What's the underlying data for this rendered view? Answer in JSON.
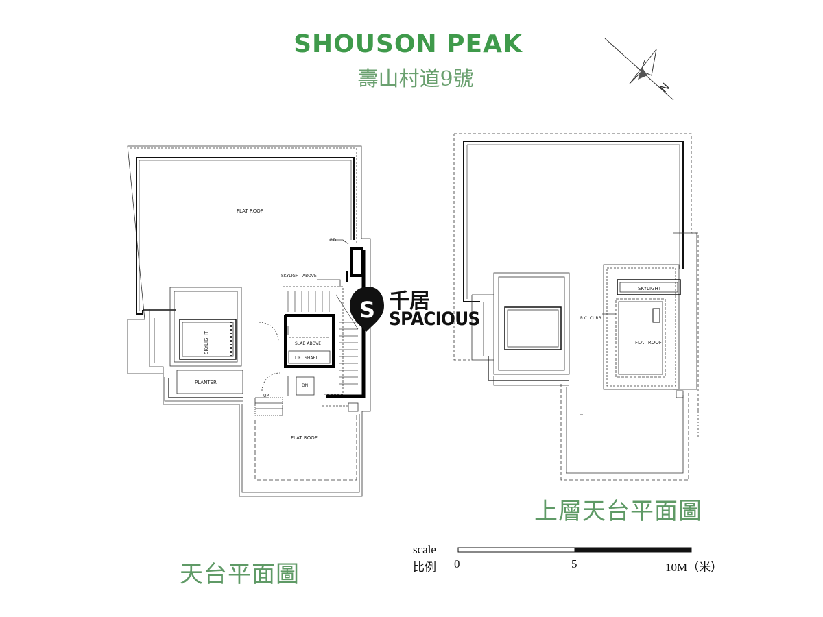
{
  "header": {
    "title_en": "SHOUSON PEAK",
    "title_zh": "壽山村道9號"
  },
  "colors": {
    "title_green": "#3f9a4b",
    "label_green": "#5f9a66",
    "line": "#222222",
    "wall": "#000000"
  },
  "compass": {
    "label": "N"
  },
  "left_plan": {
    "label": "天台平面圖",
    "rooms": {
      "flat_roof_top": "FLAT ROOF",
      "skylight": "SKYLIGHT",
      "planter": "PLANTER",
      "skylight_above": "SKYLIGHT ABOVE",
      "pd": "P.D.",
      "slab_above": "SLAB ABOVE",
      "lift_shaft": "LIFT SHAFT",
      "up": "UP",
      "dn": "DN",
      "flat_roof_bottom": "FLAT ROOF"
    }
  },
  "right_plan": {
    "label": "上層天台平面圖",
    "rooms": {
      "skylight": "SKYLIGHT",
      "rc_curb": "R.C. CURB",
      "flat_roof": "FLAT ROOF"
    }
  },
  "watermark": {
    "logo_letter": "S",
    "brand_zh": "千居",
    "brand_en": "SPACIOUS"
  },
  "scale_bar": {
    "label_en": "scale",
    "label_zh": "比例",
    "ticks": [
      "0",
      "5",
      "10M（米）"
    ]
  }
}
